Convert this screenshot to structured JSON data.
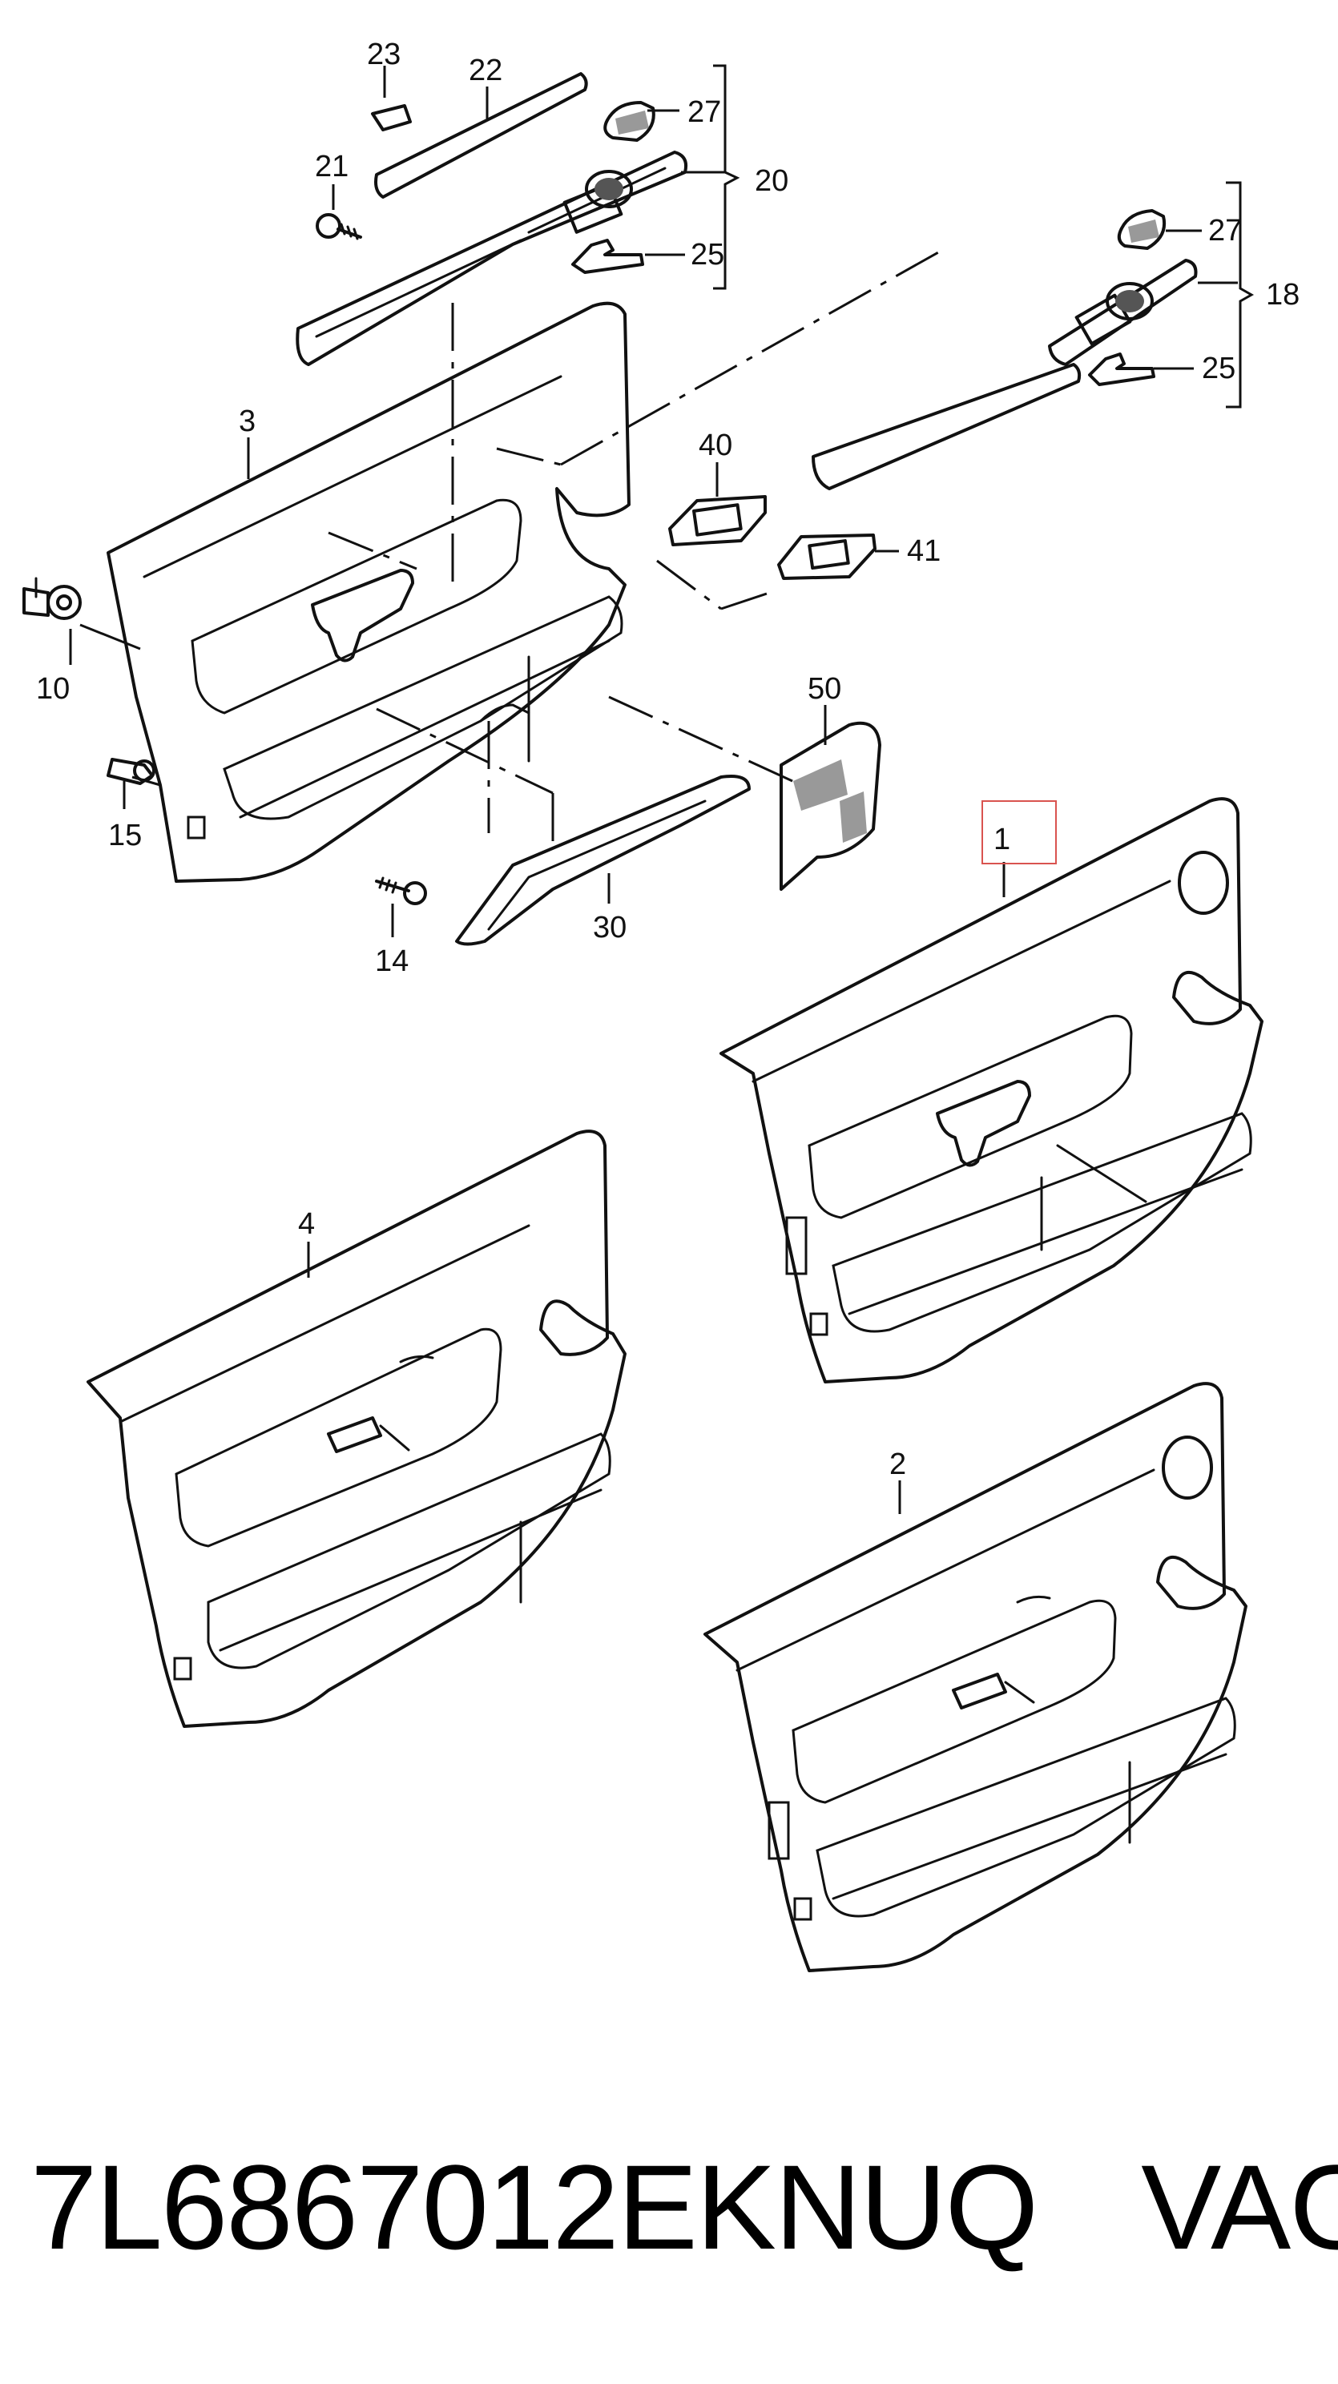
{
  "callouts": {
    "c1": "1",
    "c2": "2",
    "c3": "3",
    "c4": "4",
    "c10": "10",
    "c14": "14",
    "c15": "15",
    "c18": "18",
    "c20": "20",
    "c21": "21",
    "c22": "22",
    "c23": "23",
    "c25a": "25",
    "c25b": "25",
    "c27a": "27",
    "c27b": "27",
    "c30": "30",
    "c40": "40",
    "c41": "41",
    "c50": "50"
  },
  "highlight": {
    "color": "#d9534f",
    "callout": "1"
  },
  "footer": {
    "part_number": "7L6867012EKNUQ",
    "brand": "VAG"
  }
}
